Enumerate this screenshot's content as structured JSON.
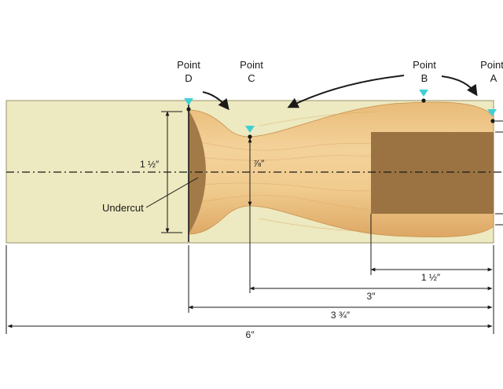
{
  "points": {
    "d": {
      "word": "Point",
      "letter": "D"
    },
    "c": {
      "word": "Point",
      "letter": "C"
    },
    "b": {
      "word": "Point",
      "letter": "B"
    },
    "a": {
      "word": "Point",
      "letter": "A"
    }
  },
  "labels": {
    "undercut": "Undercut",
    "height_dim": "1 ½″",
    "neck_dim": "⅞″"
  },
  "dimensions": {
    "bore": "1 ½″",
    "d_to_c": "3″",
    "d_to_a": "3 ¾″",
    "overall": "6″"
  },
  "colors": {
    "blank": "#ede9c0",
    "blank_border": "#a9a37d",
    "wood_light": "#f2cf92",
    "wood_dark": "#d59a52",
    "bore": "#9b7342",
    "undercut": "#a27a48",
    "marker": "#3fd0d6",
    "line": "#1a1a1a"
  },
  "icons": {
    "marker": "triangle-marker-icon",
    "arrow": "curved-arrow-icon"
  }
}
